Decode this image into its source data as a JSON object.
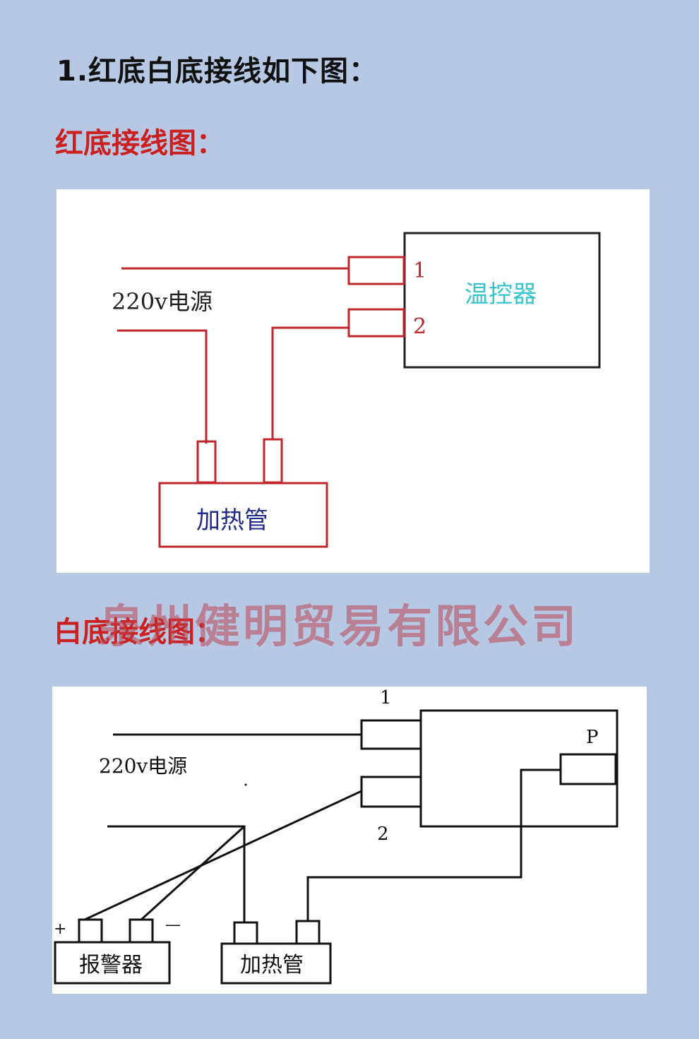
{
  "heading": "1.红底白底接线如下图：",
  "red_section": {
    "title": "红底接线图：",
    "power_label": "220v电源",
    "controller_label": "温控器",
    "terminal_1": "1",
    "terminal_2": "2",
    "heater_label": "加热管"
  },
  "white_section": {
    "title": "白底接线图：",
    "power_label": "220v电源",
    "terminal_1": "1",
    "terminal_2": "2",
    "terminal_p": "P",
    "plus": "+",
    "minus": "—",
    "alarm_label": "报警器",
    "heater_label": "加热管"
  },
  "watermark": "泉州健明贸易有限公司",
  "colors": {
    "background": "#b6c8e3",
    "red_wire": "#c0262b",
    "red_title": "#cc1f1f",
    "controller_text": "#37c4cf",
    "heater_text": "#1f2a8c"
  }
}
